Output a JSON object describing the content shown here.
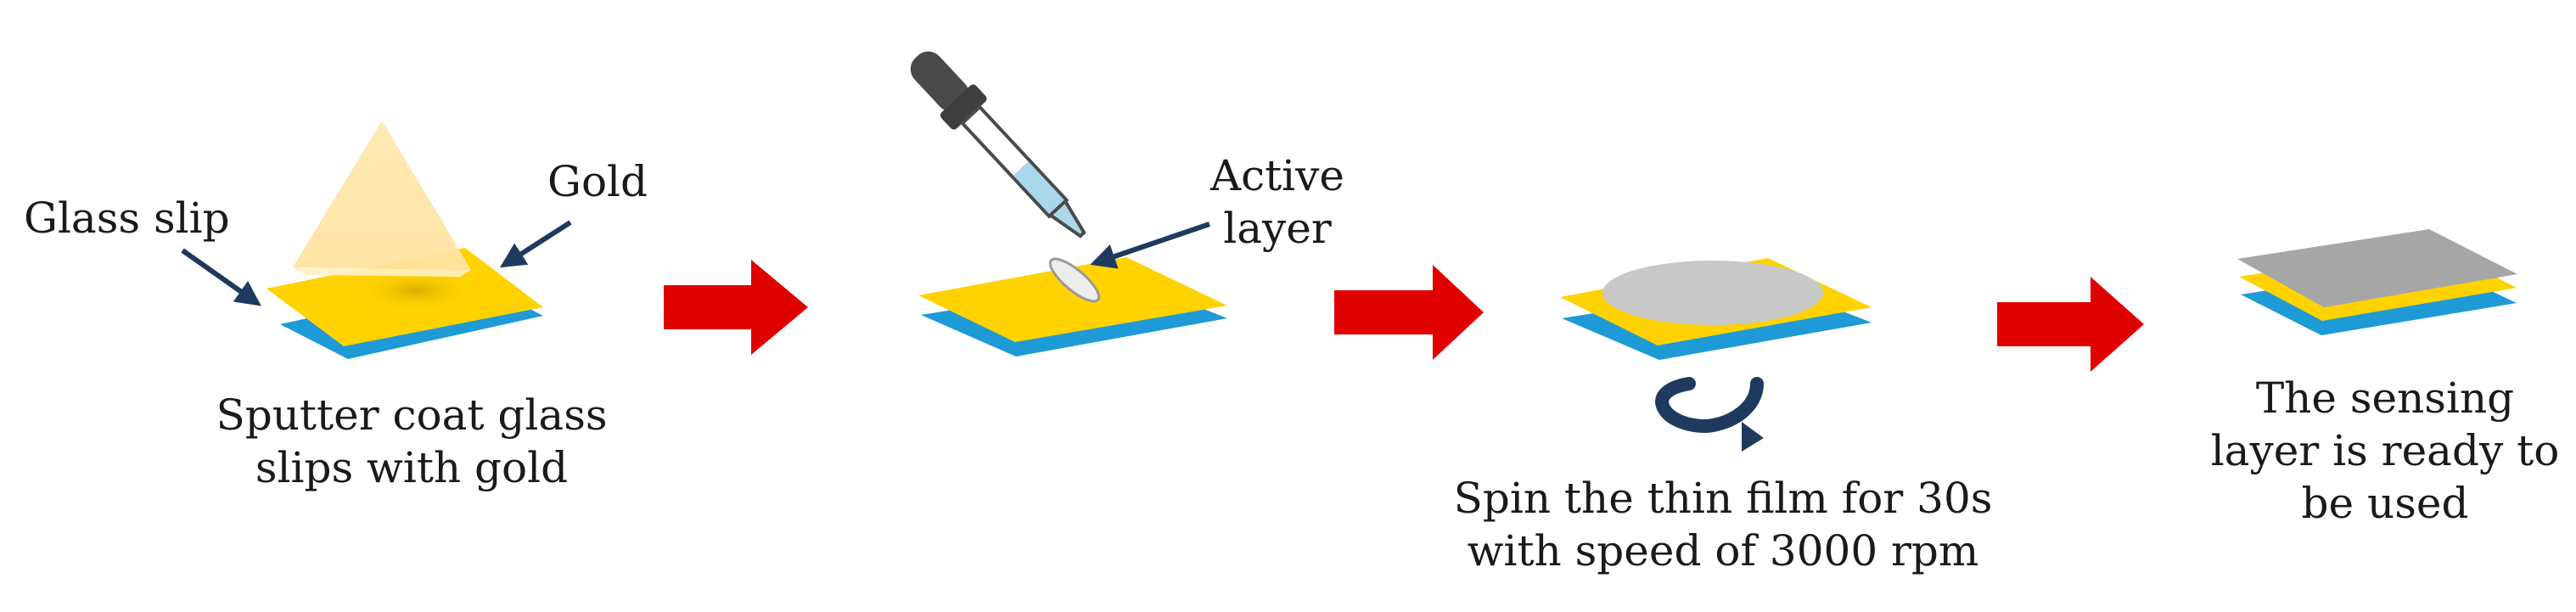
{
  "labels": {
    "glass_slip": "Glass slip",
    "gold": "Gold",
    "sputter_caption": "Sputter coat glass\nslips with gold",
    "active_layer": "Active\nlayer",
    "spin_caption": "Spin the thin film for 30s\nwith speed of 3000 rpm",
    "ready_caption": "The sensing\nlayer is ready to\nbe used"
  },
  "colors": {
    "gold": "#FFD200",
    "glass": "#1E9AD6",
    "arrow": "#E00000",
    "annotation_arrow": "#1F3A5F",
    "rotation_arrow": "#1F3A5F",
    "film": "#C8C8C8",
    "sensing_layer": "#A6A6A6",
    "sputter_cone": "#FFE7A3",
    "dropper_bulb": "#4A4A4A",
    "dropper_liquid": "#A8D8EA"
  }
}
